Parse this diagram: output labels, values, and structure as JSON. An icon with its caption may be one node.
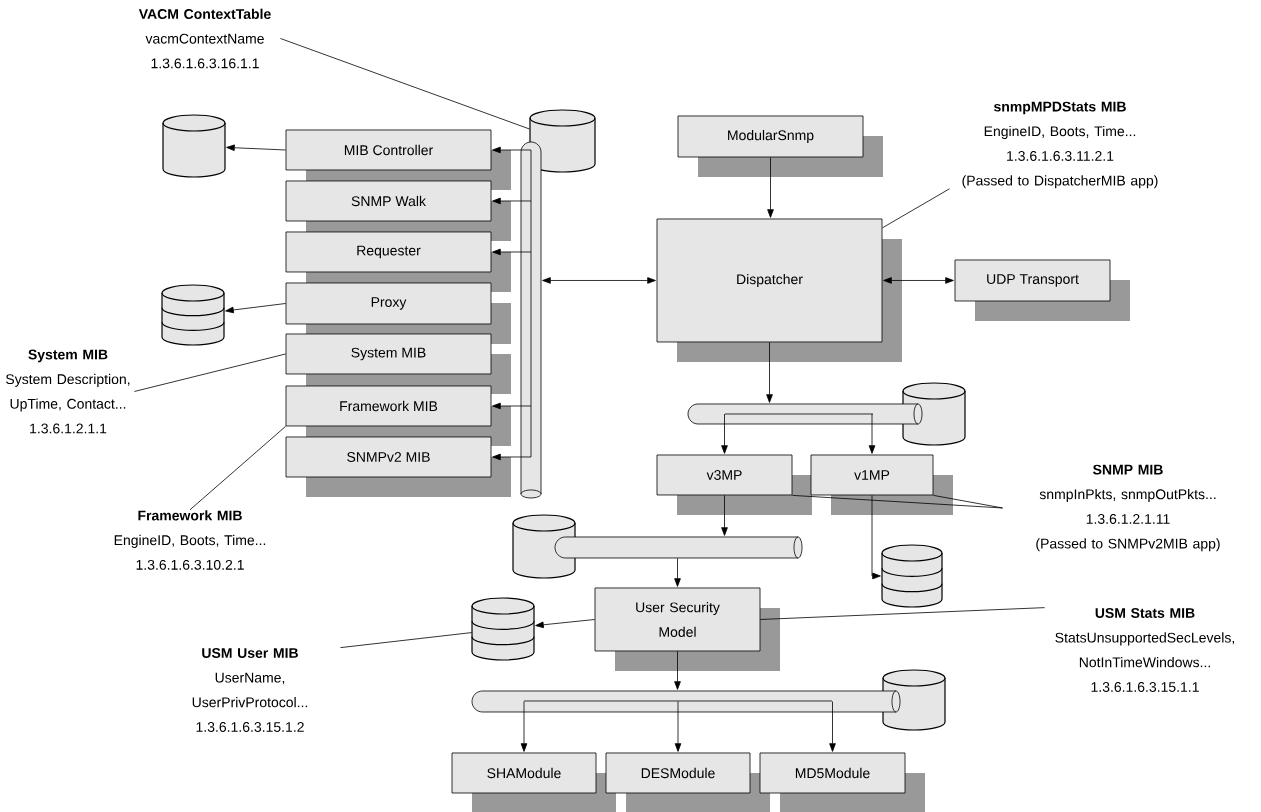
{
  "diagram": {
    "nodes": [
      {
        "text": [
          "VACM ContextTable",
          "vacmContextName",
          "1.3.6.1.6.3.16.1.1"
        ]
      },
      {
        "text": [],
        "shape": "cylinder"
      },
      {
        "text": [],
        "shape": "cylinder"
      },
      {
        "text": [
          "MIB Controller"
        ]
      },
      {
        "text": [
          "SNMP Walk"
        ]
      },
      {
        "text": [
          "Requester"
        ]
      },
      {
        "text": [
          "Proxy"
        ]
      },
      {
        "text": [
          "System MIB"
        ]
      },
      {
        "text": [
          "Framework MIB"
        ]
      },
      {
        "text": [
          "SNMPv2 MIB"
        ]
      },
      {
        "text": [],
        "shape": "database"
      },
      {
        "text": [],
        "shape": "pipe"
      },
      {
        "text": [
          "ModularSnmp"
        ]
      },
      {
        "text": [
          "snmpMPDStats MIB",
          "EngineID, Boots, Time...",
          "1.3.6.1.6.3.11.2.1",
          "(Passed to DispatcherMIB app)"
        ]
      },
      {
        "text": [
          "Dispatcher"
        ]
      },
      {
        "text": [
          "UDP Transport"
        ]
      },
      {
        "text": [
          "System MIB",
          "System Description, UpTime, Contact...",
          "1.3.6.1.2.1.1"
        ]
      },
      {
        "text": [
          "Framework MIB",
          "EngineID, Boots, Time...",
          "1.3.6.1.6.3.10.2.1"
        ]
      },
      {
        "text": [],
        "shape": "pipe"
      },
      {
        "text": [],
        "shape": "cylinder"
      },
      {
        "text": [
          "v3MP"
        ]
      },
      {
        "text": [
          "v1MP"
        ]
      },
      {
        "text": [
          "SNMP MIB",
          "snmpInPkts, snmpOutPkts...",
          "1.3.6.1.2.1.11",
          "(Passed to SNMPv2MIB app)"
        ]
      },
      {
        "text": [],
        "shape": "cylinder"
      },
      {
        "text": [],
        "shape": "pipe"
      },
      {
        "text": [],
        "shape": "database"
      },
      {
        "text": [
          "USM Stats MIB",
          "StatsUnsupportedSecLevels, NotInTimeWindows...",
          "1.3.6.1.6.3.15.1.1"
        ]
      },
      {
        "text": [
          "User Security Model"
        ]
      },
      {
        "text": [],
        "shape": "database"
      },
      {
        "text": [
          "USM User MIB",
          "UserName, UserPrivProtocol...",
          "1.3.6.1.6.3.15.1.2"
        ]
      },
      {
        "text": [],
        "shape": "pipe"
      },
      {
        "text": [],
        "shape": "cylinder"
      },
      {
        "text": [
          "SHAModule"
        ]
      },
      {
        "text": [
          "DESModule"
        ]
      },
      {
        "text": [
          "MD5Module"
        ]
      }
    ],
    "edges": [
      {
        "from": 3,
        "to": 2,
        "arrow": "to"
      },
      {
        "from": 6,
        "to": 10,
        "arrow": "to"
      },
      {
        "from": 11,
        "to": 3,
        "arrow": "to"
      },
      {
        "from": 11,
        "to": 4,
        "arrow": "to"
      },
      {
        "from": 11,
        "to": 5,
        "arrow": "to"
      },
      {
        "from": 11,
        "to": 8,
        "arrow": "to"
      },
      {
        "from": 11,
        "to": 9,
        "arrow": "to"
      },
      {
        "from": 11,
        "to": 14,
        "arrow": "both"
      },
      {
        "from": 12,
        "to": 14,
        "arrow": "to"
      },
      {
        "from": 14,
        "to": 15,
        "arrow": "both"
      },
      {
        "from": 13,
        "to": 14,
        "arrow": "none"
      },
      {
        "from": 0,
        "to": 1,
        "arrow": "none"
      },
      {
        "from": 16,
        "to": 7,
        "arrow": "none"
      },
      {
        "from": 17,
        "to": 8,
        "arrow": "none"
      },
      {
        "from": 14,
        "to": 18,
        "arrow": "to"
      },
      {
        "from": 18,
        "to": 20,
        "arrow": "to"
      },
      {
        "from": 18,
        "to": 21,
        "arrow": "to"
      },
      {
        "from": 22,
        "to": 20,
        "arrow": "none"
      },
      {
        "from": 22,
        "to": 21,
        "arrow": "none"
      },
      {
        "from": 20,
        "to": 24,
        "arrow": "to"
      },
      {
        "from": 21,
        "to": 25,
        "arrow": "to"
      },
      {
        "from": 24,
        "to": 27,
        "arrow": "to"
      },
      {
        "from": 27,
        "to": 28,
        "arrow": "to"
      },
      {
        "from": 26,
        "to": 27,
        "arrow": "none"
      },
      {
        "from": 29,
        "to": 28,
        "arrow": "none"
      },
      {
        "from": 27,
        "to": 30,
        "arrow": "to"
      },
      {
        "from": 30,
        "to": 32,
        "arrow": "to"
      },
      {
        "from": 30,
        "to": 33,
        "arrow": "to"
      },
      {
        "from": 30,
        "to": 34,
        "arrow": "to"
      }
    ]
  }
}
